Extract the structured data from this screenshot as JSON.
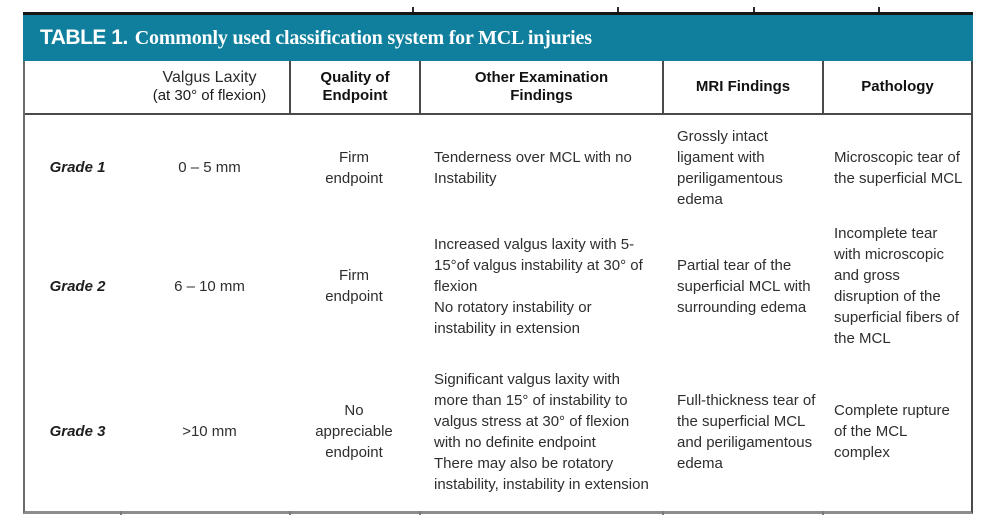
{
  "title": {
    "label": "TABLE 1.",
    "text": "Commonly used classification system for MCL injuries"
  },
  "colors": {
    "header_bg": "#0f7f9d",
    "rule_black": "#151515",
    "grid_dark": "#4a4a4a",
    "grid_gray": "#8d8d8d"
  },
  "columns": [
    {
      "id": "grade",
      "label": ""
    },
    {
      "id": "valgus",
      "label": "Valgus Laxity",
      "sublabel": "(at 30° of flexion)"
    },
    {
      "id": "quality",
      "label": "Quality of Endpoint"
    },
    {
      "id": "exam",
      "label": "Other Examination Findings"
    },
    {
      "id": "mri",
      "label": "MRI Findings"
    },
    {
      "id": "pathology",
      "label": "Pathology"
    }
  ],
  "rows": [
    {
      "grade": "Grade 1",
      "valgus": "0 – 5 mm",
      "quality": "Firm endpoint",
      "exam": [
        "Tenderness over MCL with no Instability"
      ],
      "mri": "Grossly intact ligament with periligamentous edema",
      "pathology": "Microscopic tear of the superficial MCL"
    },
    {
      "grade": "Grade 2",
      "valgus": "6 – 10 mm",
      "quality": "Firm endpoint",
      "exam": [
        "Increased valgus laxity with 5-15°of valgus instability at 30° of flexion",
        "No rotatory instability or instability in extension"
      ],
      "mri": "Partial tear of the superficial MCL with surrounding edema",
      "pathology": "Incomplete tear with microscopic and gross disruption of the superficial fibers of the MCL"
    },
    {
      "grade": "Grade 3",
      "valgus": ">10 mm",
      "quality": "No appreciable endpoint",
      "exam": [
        "Significant valgus laxity with more than 15° of instability to valgus stress at 30° of flexion with no definite endpoint",
        "There may also be rotatory instability, instability in extension"
      ],
      "mri": "Full-thickness tear of the superficial MCL and periligamentous edema",
      "pathology": "Complete rupture of the MCL complex"
    }
  ]
}
